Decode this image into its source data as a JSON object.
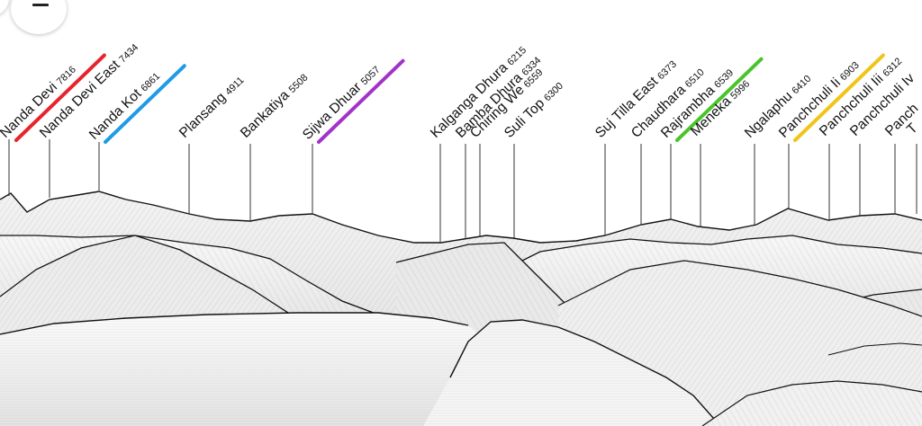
{
  "controls": {
    "zoom_out_icon": "minus-icon",
    "zoom_in_icon": "plus-icon"
  },
  "colors": {
    "background": "#ffffff",
    "ridge_stroke": "#000000",
    "leader_line": "#333333"
  },
  "peaks": [
    {
      "name": "Nanda Devi",
      "elevation": "7816",
      "highlight": "#e8232d"
    },
    {
      "name": "Nanda Devi East",
      "elevation": "7434",
      "highlight": ""
    },
    {
      "name": "Nanda Kot",
      "elevation": "6861",
      "highlight": "#1e9be6"
    },
    {
      "name": "Plansang",
      "elevation": "4911",
      "highlight": ""
    },
    {
      "name": "Bankatiya",
      "elevation": "5508",
      "highlight": ""
    },
    {
      "name": "Sijwa Dhuar",
      "elevation": "5057",
      "highlight": "#a333c8"
    },
    {
      "name": "Kalganga Dhura",
      "elevation": "6215",
      "highlight": ""
    },
    {
      "name": "Bamba Dhura",
      "elevation": "6334",
      "highlight": ""
    },
    {
      "name": "Chiring We",
      "elevation": "6559",
      "highlight": ""
    },
    {
      "name": "Suli Top",
      "elevation": "6300",
      "highlight": ""
    },
    {
      "name": "Suj Tilla East",
      "elevation": "6373",
      "highlight": ""
    },
    {
      "name": "Chaudhara",
      "elevation": "6510",
      "highlight": ""
    },
    {
      "name": "Rajrambha",
      "elevation": "6539",
      "highlight": "#49c42b"
    },
    {
      "name": "Meneka",
      "elevation": "5996",
      "highlight": ""
    },
    {
      "name": "Ngalaphu",
      "elevation": "6410",
      "highlight": ""
    },
    {
      "name": "Panchchuli Ii",
      "elevation": "6903",
      "highlight": "#f0c419"
    },
    {
      "name": "Panchchuli Iii",
      "elevation": "6312",
      "highlight": ""
    },
    {
      "name": "Panchchuli Iv",
      "elevation": "",
      "highlight": ""
    },
    {
      "name": "Panch",
      "elevation": "",
      "highlight": ""
    },
    {
      "name": "T",
      "elevation": "",
      "highlight": ""
    }
  ]
}
